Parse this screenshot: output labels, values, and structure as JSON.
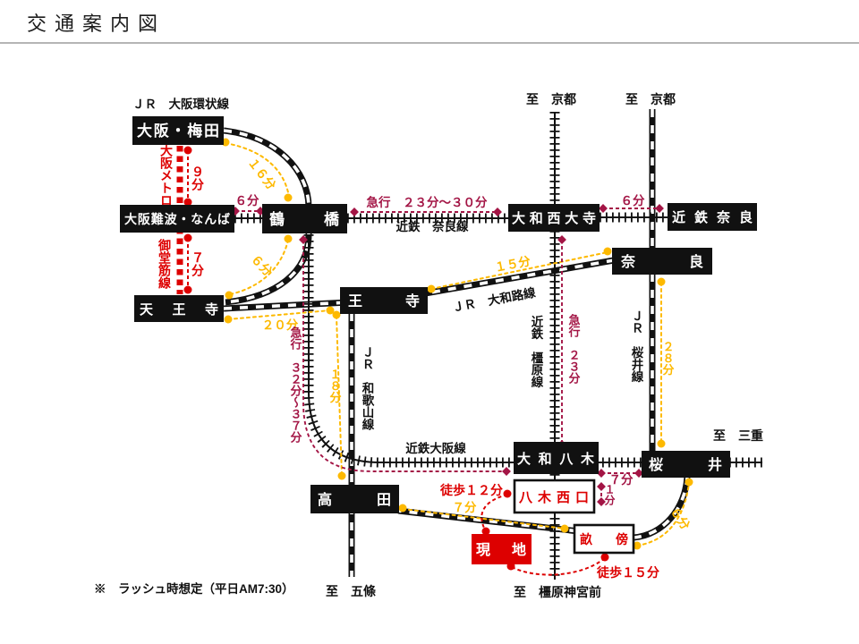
{
  "page": {
    "title": "交通案内図"
  },
  "note": "※　ラッシュ時想定（平日AM7:30）",
  "stations": {
    "umeda": "大阪・梅田",
    "namba": "大阪難波・なんば",
    "tsuruhashi": "鶴　橋",
    "tennoji": "天　王　寺",
    "saidaiji": "大和西大寺",
    "kintetsu_nara": "近鉄奈良",
    "nara": "奈　良",
    "oji": "王　寺",
    "yagi": "大和八木",
    "sakurai": "桜　井",
    "takada": "高　田",
    "yagi_nishiguchi": "八木西口",
    "unebi": "畝　傍",
    "site": "現　地"
  },
  "lines": {
    "jr_loop": "ＪＲ　大阪環状線",
    "metro": "大阪メトロ",
    "midosuji": "御堂筋線",
    "kintetsu_nara_line": "近鉄　奈良線",
    "jr_yamatoji": "ＪＲ　大和路線",
    "kintetsu_osaka": "近鉄大阪線",
    "jr_wakayama": "ＪＲ　和歌山線",
    "kintetsu_kashihara": "近鉄　橿原線",
    "jr_sakurai": "ＪＲ　桜井線"
  },
  "times": {
    "loop_umeda_tsuruhashi": "１６分",
    "metro_umeda_namba": "９分",
    "namba_tsuruhashi": "６分",
    "metro_namba_tennoji": "７分",
    "loop_tsuruhashi_tennoji": "６分",
    "express_tsuruhashi_saidaiji": "急行　２３分～３０分",
    "saidaiji_kintetsu_nara": "６分",
    "tennoji_oji": "２０分",
    "oji_nara": "１５分",
    "express_tsuruhashi_yagi": "急行　３２分～３７分",
    "oji_takada": "１８分",
    "express_saidaiji_yagi": "急行　２３分",
    "nara_sakurai": "２８分",
    "yagi_sakurai": "７分",
    "yagi_to_nishiguchi": "１分",
    "takada_unebi": "７分",
    "sakurai_unebi": "６分",
    "walk_nishiguchi_site": "徒歩１２分",
    "walk_site_unebi": "徒歩１５分"
  },
  "directions": {
    "kyoto_kintetsu": "至　京都",
    "kyoto_jr": "至　京都",
    "mie": "至　三重",
    "gojo": "至　五條",
    "kashihara_jingumae": "至　橿原神宮前"
  },
  "colors": {
    "rail_black": "#111111",
    "metro_red": "#dd0000",
    "express_crimson": "#a31545",
    "time_yellow": "#fdb900",
    "site_red": "#dd0000"
  }
}
